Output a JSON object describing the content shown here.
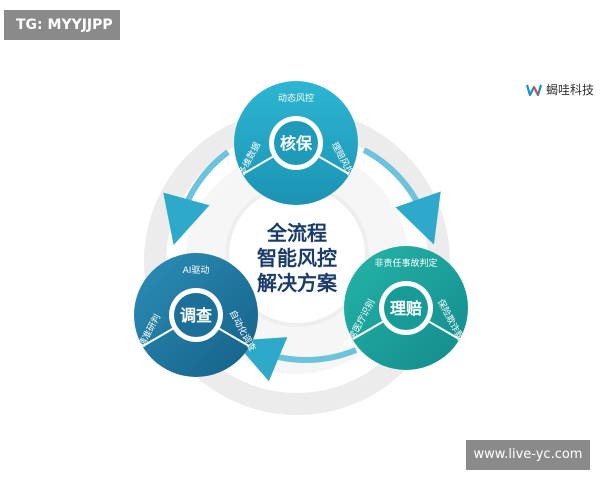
{
  "watermark_top": "TG: MYYJJPP",
  "watermark_bottom": "www.live-yc.com",
  "logo": {
    "name": "蝎哇科技",
    "icon": "brand-w-icon"
  },
  "center": {
    "line1": "全流程",
    "line2": "智能风控",
    "line3": "解决方案"
  },
  "nodes": {
    "top": {
      "title": "核保",
      "seg_top": "动态风控",
      "seg_left": "多维数据",
      "seg_right": "理赔风控"
    },
    "left": {
      "title": "调查",
      "seg_top": "AI驱动",
      "seg_left": "精准研判",
      "seg_right": "自动化调查"
    },
    "right": {
      "title": "理赔",
      "seg_top": "非责任事故判定",
      "seg_left": "异常医疗识别",
      "seg_right": "保险欺诈甄别"
    }
  },
  "colors": {
    "teal_dark": "#1a8fb0",
    "teal_light": "#27b3cf",
    "arrow": "#2ea9c9",
    "ring": "#e8e8e8"
  }
}
